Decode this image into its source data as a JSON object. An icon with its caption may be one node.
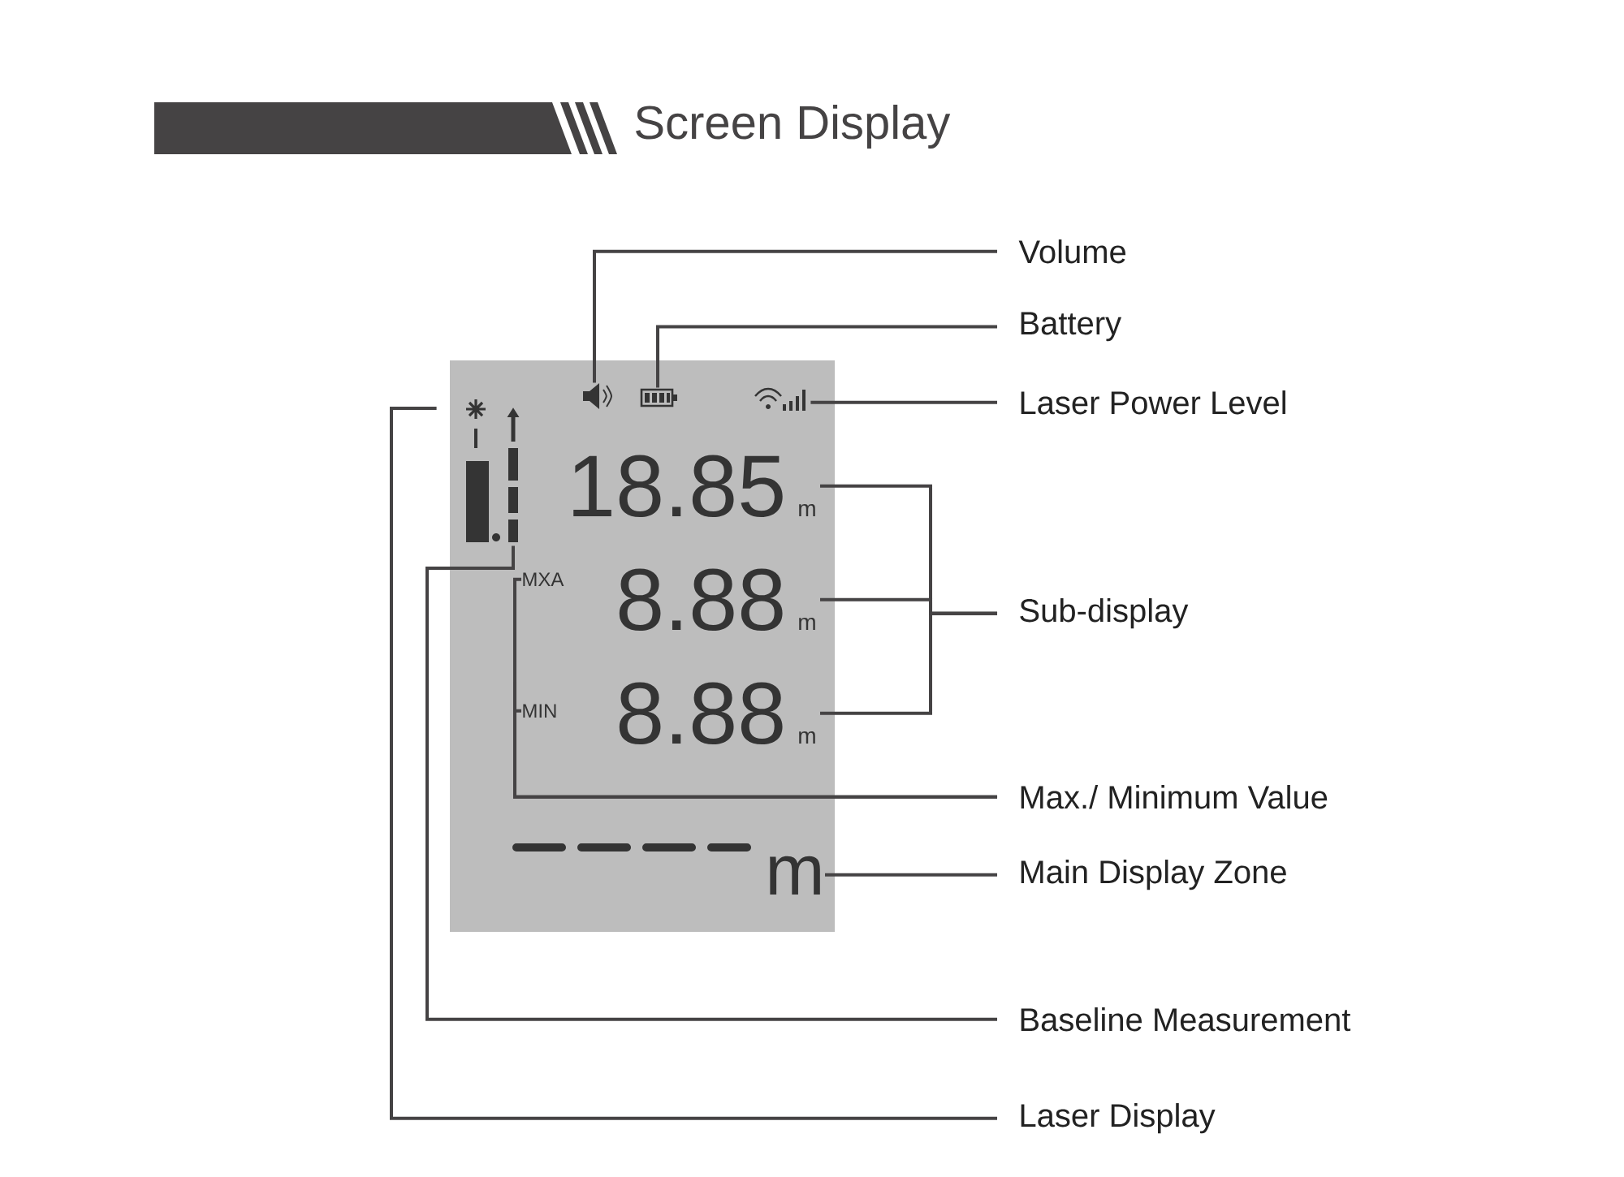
{
  "diagram": {
    "title": "Screen Display",
    "nodes": [
      {
        "text": [],
        "shape": "box"
      },
      {
        "text": [],
        "shape": "picture",
        "in": 0
      },
      {
        "text": [],
        "shape": "picture",
        "in": 0
      },
      {
        "text": [],
        "shape": "picture",
        "in": 0
      },
      {
        "text": [],
        "shape": "picture",
        "in": 0
      },
      {
        "text": [],
        "shape": "picture",
        "in": 0
      },
      {
        "text": [
          "18.85",
          "m"
        ],
        "in": 0
      },
      {
        "text": [
          "MXA"
        ],
        "in": 0
      },
      {
        "text": [
          "8.88",
          "m"
        ],
        "in": 0
      },
      {
        "text": [
          "MIN"
        ],
        "in": 0
      },
      {
        "text": [
          "8.88",
          "m"
        ],
        "in": 0
      },
      {
        "text": [
          "m"
        ],
        "in": 0
      },
      {
        "text": [
          "Volume"
        ]
      },
      {
        "text": [
          "Battery"
        ]
      },
      {
        "text": [
          "Laser Power Level"
        ]
      },
      {
        "text": [
          "Sub-display"
        ]
      },
      {
        "text": [
          "Max./ Minimum Value"
        ]
      },
      {
        "text": [
          "Main Display Zone"
        ]
      },
      {
        "text": [
          "Baseline Measurement"
        ]
      },
      {
        "text": [
          "Laser Display"
        ]
      }
    ],
    "edges": [
      {
        "from": 12,
        "to": 3,
        "arrow": "none"
      },
      {
        "from": 13,
        "to": 4,
        "arrow": "none"
      },
      {
        "from": 14,
        "to": 5,
        "arrow": "none"
      },
      {
        "from": 15,
        "to": 6,
        "arrow": "none"
      },
      {
        "from": 15,
        "to": 8,
        "arrow": "none"
      },
      {
        "from": 15,
        "to": 10,
        "arrow": "none"
      },
      {
        "from": 16,
        "to": 7,
        "arrow": "none"
      },
      {
        "from": 16,
        "to": 9,
        "arrow": "none"
      },
      {
        "from": 17,
        "to": 11,
        "arrow": "none"
      },
      {
        "from": 18,
        "to": 2,
        "arrow": "none"
      },
      {
        "from": 19,
        "to": 1,
        "arrow": "none"
      }
    ]
  }
}
